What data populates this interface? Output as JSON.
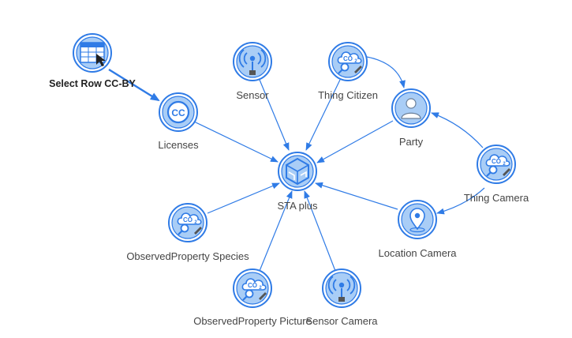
{
  "colors": {
    "edge": "#2f7be6",
    "node_fill": "#a9cdf6",
    "node_border": "#2f7be6",
    "label": "#444444"
  },
  "nodes": {
    "select_row": {
      "label": "Select Row CC-BY",
      "icon": "table-select-icon"
    },
    "licenses": {
      "label": "Licenses",
      "icon": "creative-commons-icon"
    },
    "sensor": {
      "label": "Sensor",
      "icon": "sensor-antenna-icon"
    },
    "thing_citizen": {
      "label": "Thing Citizen",
      "icon": "co2-cloud-icon"
    },
    "party": {
      "label": "Party",
      "icon": "person-icon"
    },
    "thing_camera": {
      "label": "Thing Camera",
      "icon": "co2-cloud-icon"
    },
    "location_camera": {
      "label": "Location Camera",
      "icon": "map-pin-icon"
    },
    "sta_plus": {
      "label": "STA plus",
      "icon": "sta-cube-logo-icon"
    },
    "observed_property_species": {
      "label": "ObservedProperty Species",
      "icon": "co2-cloud-icon"
    },
    "observed_property_picture": {
      "label": "ObservedProperty Picture",
      "icon": "co2-cloud-icon"
    },
    "sensor_camera": {
      "label": "Sensor Camera",
      "icon": "sensor-antenna-icon"
    }
  },
  "icon_text": {
    "co2": "CO",
    "co2_sub": "2",
    "cc": "CC"
  },
  "edges": [
    {
      "from": "select_row",
      "to": "licenses"
    },
    {
      "from": "licenses",
      "to": "sta_plus"
    },
    {
      "from": "sensor",
      "to": "sta_plus"
    },
    {
      "from": "thing_citizen",
      "to": "sta_plus"
    },
    {
      "from": "thing_citizen",
      "to": "party"
    },
    {
      "from": "party",
      "to": "sta_plus"
    },
    {
      "from": "thing_camera",
      "to": "party"
    },
    {
      "from": "thing_camera",
      "to": "location_camera"
    },
    {
      "from": "location_camera",
      "to": "sta_plus"
    },
    {
      "from": "observed_property_species",
      "to": "sta_plus"
    },
    {
      "from": "observed_property_picture",
      "to": "sta_plus"
    },
    {
      "from": "sensor_camera",
      "to": "sta_plus"
    }
  ]
}
